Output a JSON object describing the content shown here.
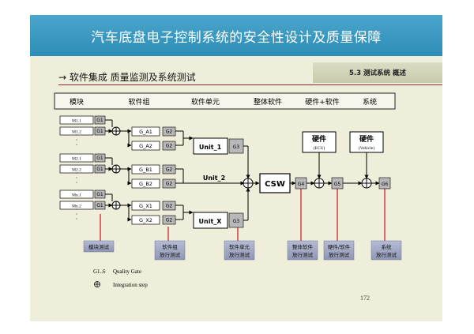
{
  "slide": {
    "title": "汽车底盘电子控制系统的安全性设计及质量保障",
    "subtitle": "→ 软件集成 质量监测及系统测试",
    "section_tag": "5.3 测试系统 概述",
    "page_number": "172"
  },
  "table_header": [
    "模块",
    "软件组",
    "软件单元",
    "整体软件",
    "硬件+软件",
    "系统"
  ],
  "modules": {
    "group1": [
      "M1.1",
      "M1.2"
    ],
    "group2": [
      "M2.1",
      "M2.2"
    ],
    "group3": [
      "Mn.1",
      "Mn.2"
    ],
    "gate_label": "G1",
    "dots": "·"
  },
  "groups": [
    "G_A1",
    "G_A2",
    "G_B1",
    "G_B2",
    "G_X1",
    "G_X2"
  ],
  "gates": {
    "g2": "G2",
    "g3": "G3",
    "g4": "G4",
    "g5": "G5",
    "g6": "G6"
  },
  "units": {
    "unit1": "Unit_1",
    "unit2": "Unit_2",
    "unitx": "Unit_X"
  },
  "csw": "CSW",
  "hardware": [
    {
      "title": "硬件",
      "sub": "(ECU)"
    },
    {
      "title": "硬件",
      "sub": "(Vehicle)"
    }
  ],
  "tests": [
    {
      "lines": [
        "模块测试"
      ]
    },
    {
      "lines": [
        "软件组",
        "放行测试"
      ]
    },
    {
      "lines": [
        "软件单元",
        "放行测试"
      ]
    },
    {
      "lines": [
        "整体软件",
        "放行测试"
      ]
    },
    {
      "lines": [
        "硬件/软件",
        "放行测试"
      ]
    },
    {
      "lines": [
        "系统",
        "放行测试"
      ]
    }
  ],
  "legend": {
    "gate_range": "G1..6",
    "gate_text": "Quality Gate",
    "integration_text": "Integration step"
  },
  "colors": {
    "header": "#3a9bc6",
    "slide_bg": "#eeeeda",
    "gate_fill": "#b8b8ba",
    "test_fill": "#a3a9c4",
    "red_line": "#c8242c"
  }
}
